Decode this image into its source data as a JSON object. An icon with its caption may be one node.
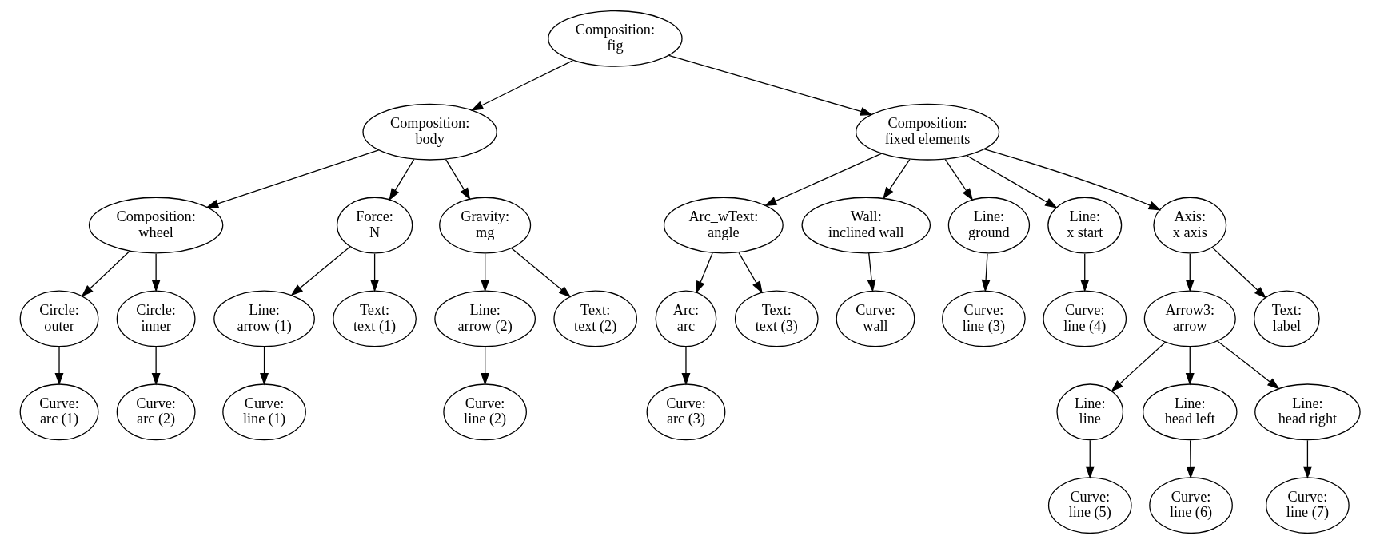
{
  "diagram": {
    "nodes": [
      {
        "text": [
          "Composition:",
          "fig"
        ]
      },
      {
        "text": [
          "Composition:",
          "body"
        ]
      },
      {
        "text": [
          "Composition:",
          "fixed elements"
        ]
      },
      {
        "text": [
          "Composition:",
          "wheel"
        ]
      },
      {
        "text": [
          "Force:",
          "N"
        ]
      },
      {
        "text": [
          "Gravity:",
          "mg"
        ]
      },
      {
        "text": [
          "Arc_wText:",
          "angle"
        ]
      },
      {
        "text": [
          "Wall:",
          "inclined wall"
        ]
      },
      {
        "text": [
          "Line:",
          "ground"
        ]
      },
      {
        "text": [
          "Line:",
          "x start"
        ]
      },
      {
        "text": [
          "Axis:",
          "x axis"
        ]
      },
      {
        "text": [
          "Circle:",
          "outer"
        ]
      },
      {
        "text": [
          "Circle:",
          "inner"
        ]
      },
      {
        "text": [
          "Line:",
          "arrow (1)"
        ]
      },
      {
        "text": [
          "Text:",
          "text (1)"
        ]
      },
      {
        "text": [
          "Line:",
          "arrow (2)"
        ]
      },
      {
        "text": [
          "Text:",
          "text (2)"
        ]
      },
      {
        "text": [
          "Arc:",
          "arc"
        ]
      },
      {
        "text": [
          "Text:",
          "text (3)"
        ]
      },
      {
        "text": [
          "Curve:",
          "wall"
        ]
      },
      {
        "text": [
          "Curve:",
          "line (3)"
        ]
      },
      {
        "text": [
          "Curve:",
          "line (4)"
        ]
      },
      {
        "text": [
          "Arrow3:",
          "arrow"
        ]
      },
      {
        "text": [
          "Text:",
          "label"
        ]
      },
      {
        "text": [
          "Curve:",
          "arc (1)"
        ]
      },
      {
        "text": [
          "Curve:",
          "arc (2)"
        ]
      },
      {
        "text": [
          "Curve:",
          "line (1)"
        ]
      },
      {
        "text": [
          "Curve:",
          "line (2)"
        ]
      },
      {
        "text": [
          "Curve:",
          "arc (3)"
        ]
      },
      {
        "text": [
          "Line:",
          "line"
        ]
      },
      {
        "text": [
          "Line:",
          "head left"
        ]
      },
      {
        "text": [
          "Line:",
          "head right"
        ]
      },
      {
        "text": [
          "Curve:",
          "line (5)"
        ]
      },
      {
        "text": [
          "Curve:",
          "line (6)"
        ]
      },
      {
        "text": [
          "Curve:",
          "line (7)"
        ]
      }
    ],
    "edges": [
      {
        "from": 0,
        "to": 1,
        "arrow": "to"
      },
      {
        "from": 0,
        "to": 2,
        "arrow": "to"
      },
      {
        "from": 1,
        "to": 3,
        "arrow": "to"
      },
      {
        "from": 1,
        "to": 4,
        "arrow": "to"
      },
      {
        "from": 1,
        "to": 5,
        "arrow": "to"
      },
      {
        "from": 2,
        "to": 6,
        "arrow": "to"
      },
      {
        "from": 2,
        "to": 7,
        "arrow": "to"
      },
      {
        "from": 2,
        "to": 8,
        "arrow": "to"
      },
      {
        "from": 2,
        "to": 9,
        "arrow": "to"
      },
      {
        "from": 2,
        "to": 10,
        "arrow": "to"
      },
      {
        "from": 3,
        "to": 11,
        "arrow": "to"
      },
      {
        "from": 3,
        "to": 12,
        "arrow": "to"
      },
      {
        "from": 4,
        "to": 13,
        "arrow": "to"
      },
      {
        "from": 4,
        "to": 14,
        "arrow": "to"
      },
      {
        "from": 5,
        "to": 15,
        "arrow": "to"
      },
      {
        "from": 5,
        "to": 16,
        "arrow": "to"
      },
      {
        "from": 6,
        "to": 17,
        "arrow": "to"
      },
      {
        "from": 6,
        "to": 18,
        "arrow": "to"
      },
      {
        "from": 7,
        "to": 19,
        "arrow": "to"
      },
      {
        "from": 8,
        "to": 20,
        "arrow": "to"
      },
      {
        "from": 9,
        "to": 21,
        "arrow": "to"
      },
      {
        "from": 10,
        "to": 22,
        "arrow": "to"
      },
      {
        "from": 10,
        "to": 23,
        "arrow": "to"
      },
      {
        "from": 11,
        "to": 24,
        "arrow": "to"
      },
      {
        "from": 12,
        "to": 25,
        "arrow": "to"
      },
      {
        "from": 13,
        "to": 26,
        "arrow": "to"
      },
      {
        "from": 15,
        "to": 27,
        "arrow": "to"
      },
      {
        "from": 17,
        "to": 28,
        "arrow": "to"
      },
      {
        "from": 22,
        "to": 29,
        "arrow": "to"
      },
      {
        "from": 22,
        "to": 30,
        "arrow": "to"
      },
      {
        "from": 22,
        "to": 31,
        "arrow": "to"
      },
      {
        "from": 29,
        "to": 32,
        "arrow": "to"
      },
      {
        "from": 30,
        "to": 33,
        "arrow": "to"
      },
      {
        "from": 31,
        "to": 34,
        "arrow": "to"
      }
    ]
  }
}
